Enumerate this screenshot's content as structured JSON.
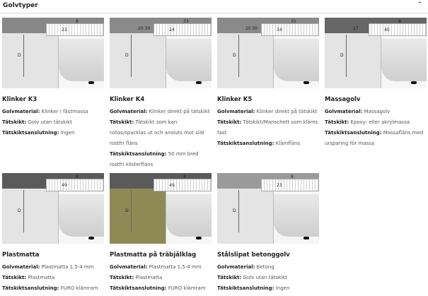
{
  "header": {
    "title": "Golvtyper",
    "collapse_icon": "chevron-up-icon"
  },
  "cards": [
    {
      "title": "Klinker K3",
      "dims": [
        "23",
        "8",
        "D"
      ],
      "floor": "#888",
      "fields": [
        {
          "k": "Golvmaterial:",
          "v": "Klinker i fästmassa"
        },
        {
          "k": "Tätskikt:",
          "v": "Golv utan tätskikt"
        },
        {
          "k": "Tätskiktsanslutning:",
          "v": "Ingen"
        }
      ]
    },
    {
      "title": "Klinker K4",
      "dims": [
        "24",
        "33",
        "20 30",
        "D"
      ],
      "floor": "#8a8a8a",
      "fields": [
        {
          "k": "Golvmaterial:",
          "v": "Klinker direkt på tätskikt"
        },
        {
          "k": "Tätskikt:",
          "v": "Tätskikt som kan rollas/spacklas ut och ansluts mot slät rostfri fläns"
        },
        {
          "k": "Tätskiktsanslutning:",
          "v": "50 mm bred rostfri klisterfläns"
        }
      ]
    },
    {
      "title": "Klinker K5",
      "dims": [
        "34",
        "35",
        "20 30",
        "D"
      ],
      "floor": "#8a8a8a",
      "fields": [
        {
          "k": "Golvmaterial:",
          "v": "Klinker direkt på tätskikt"
        },
        {
          "k": "Tätskikt:",
          "v": "Tätskikt/Manschett som kläms fast"
        },
        {
          "k": "Tätskiktsanslutning:",
          "v": "Klämfläns"
        }
      ]
    },
    {
      "title": "Massagolv",
      "dims": [
        "40",
        "8",
        "17",
        "D"
      ],
      "floor": "#666",
      "fields": [
        {
          "k": "Golvmaterial:",
          "v": "Massagolv"
        },
        {
          "k": "Tätskikt:",
          "v": "Epoxy- eller akrylmassa"
        },
        {
          "k": "Tätskiktsanslutning:",
          "v": "Massafläns med ursparing för massa"
        }
      ]
    },
    {
      "title": "Plastmatta",
      "dims": [
        "49",
        "8",
        "D"
      ],
      "floor": "#5a5a5a",
      "fields": [
        {
          "k": "Golvmaterial:",
          "v": "Plastmatta 1,5-4 mm"
        },
        {
          "k": "Tätskikt:",
          "v": "Plastmatta"
        },
        {
          "k": "Tätskiktsanslutning:",
          "v": "FURO klämram"
        }
      ]
    },
    {
      "title": "Plastmatta på träbjälklag",
      "dims": [
        "49",
        "8",
        "D"
      ],
      "floor": "#5a5a5a",
      "slab": "#8d8a55",
      "fields": [
        {
          "k": "Golvmaterial:",
          "v": "Plastmatta 1,5-4 mm"
        },
        {
          "k": "Tätskikt:",
          "v": "Plastmatta"
        },
        {
          "k": "Tätskiktsanslutning:",
          "v": "FURO klämram"
        }
      ]
    },
    {
      "title": "Stålslipat betonggolv",
      "dims": [
        "23",
        "8",
        "D"
      ],
      "floor": "#9a9a9a",
      "fields": [
        {
          "k": "Golvmaterial:",
          "v": "Betong"
        },
        {
          "k": "Tätskikt:",
          "v": "Golv utan tätskikt"
        },
        {
          "k": "Tätskiktsanslutning:",
          "v": "Ingen"
        }
      ]
    }
  ]
}
